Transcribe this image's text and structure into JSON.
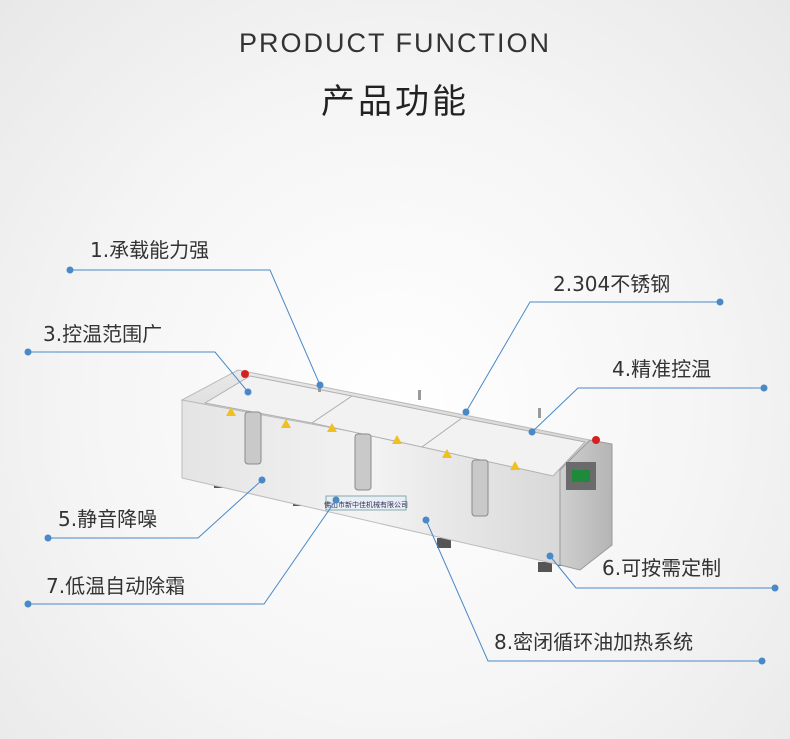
{
  "header": {
    "title_en": "PRODUCT FUNCTION",
    "title_cn": "产品功能"
  },
  "features": [
    {
      "label": "1.承载能力强"
    },
    {
      "label": "2.304不锈钢"
    },
    {
      "label": "3.控温范围广"
    },
    {
      "label": "4.精准控温"
    },
    {
      "label": "5.静音降噪"
    },
    {
      "label": "6.可按需定制"
    },
    {
      "label": "7.低温自动除霜"
    },
    {
      "label": "8.密闭循环油加热系统"
    }
  ],
  "machine": {
    "nameplate_text": "佛山市新中佳机械有限公司"
  },
  "colors": {
    "callout_line": "#4a89c8",
    "dot": "#4a89c8",
    "lamp": "#d62020",
    "panel_green": "#1e8a3c"
  }
}
